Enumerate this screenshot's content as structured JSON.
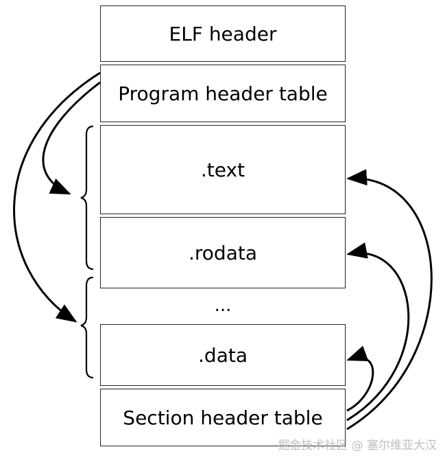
{
  "diagram": {
    "blocks": {
      "elf_header": "ELF header",
      "program_header_table": "Program header table",
      "text": ".text",
      "rodata": ".rodata",
      "ellipsis": "...",
      "data": ".data",
      "section_header_table": "Section header table"
    },
    "stroke_color": "#000000"
  },
  "watermark": "掘金技术社区 @ 塞尔维亚大汉"
}
